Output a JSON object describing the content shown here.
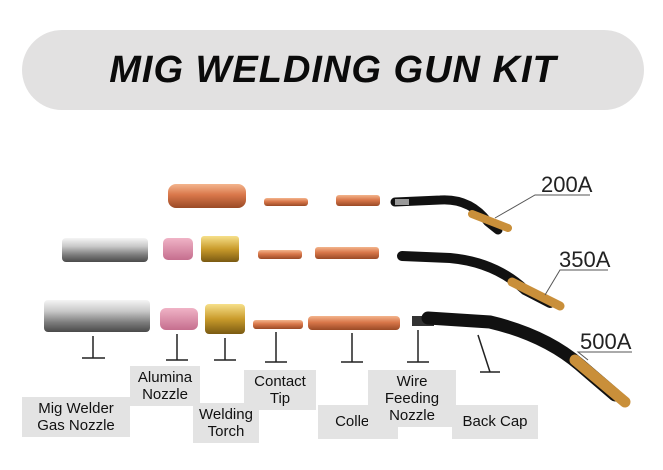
{
  "title": "MIG WELDING GUN KIT",
  "amps": [
    "200A",
    "350A",
    "500A"
  ],
  "labels": {
    "gas_nozzle": "Mig Welder\nGas Nozzle",
    "alumina_nozzle": "Alumina\nNozzle",
    "welding_torch": "Welding\nTorch",
    "contact_tip": "Contact\nTip",
    "collets": "Collets",
    "wire_feeding_nozzle": "Wire Feeding\nNozzle",
    "back_cap": "Back Cap"
  }
}
